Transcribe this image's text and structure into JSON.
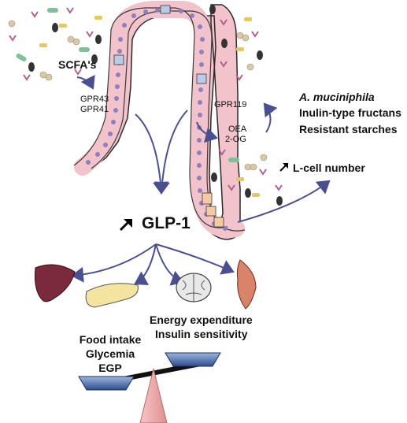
{
  "labels": {
    "scfa": "SCFA's",
    "gpr43": "GPR43",
    "gpr41": "GPR41",
    "gpr119": "GPR119",
    "oea": "OEA",
    "og": "2-OG",
    "muciniphila": "A. muciniphila",
    "inulin": "Inulin-type fructans",
    "starches": "Resistant starches",
    "lcell": "L-cell number",
    "glp1": "GLP-1",
    "energy": "Energy expenditure",
    "insulin": "Insulin sensitivity",
    "food": "Food intake",
    "glycemia": "Glycemia",
    "egp": "EGP"
  },
  "colors": {
    "arrow": "#4a4f8f",
    "epithelium": "#f2c3ca",
    "nucleus": "#8d7fc0",
    "lcell": "#f5c9a2",
    "pan": "#3e5e9e",
    "fulcrum": "#f0a8a8"
  },
  "icons": [
    "bacteria-icon",
    "liver-icon",
    "pancreas-icon",
    "brain-icon",
    "muscle-icon",
    "increase-arrow-icon"
  ]
}
